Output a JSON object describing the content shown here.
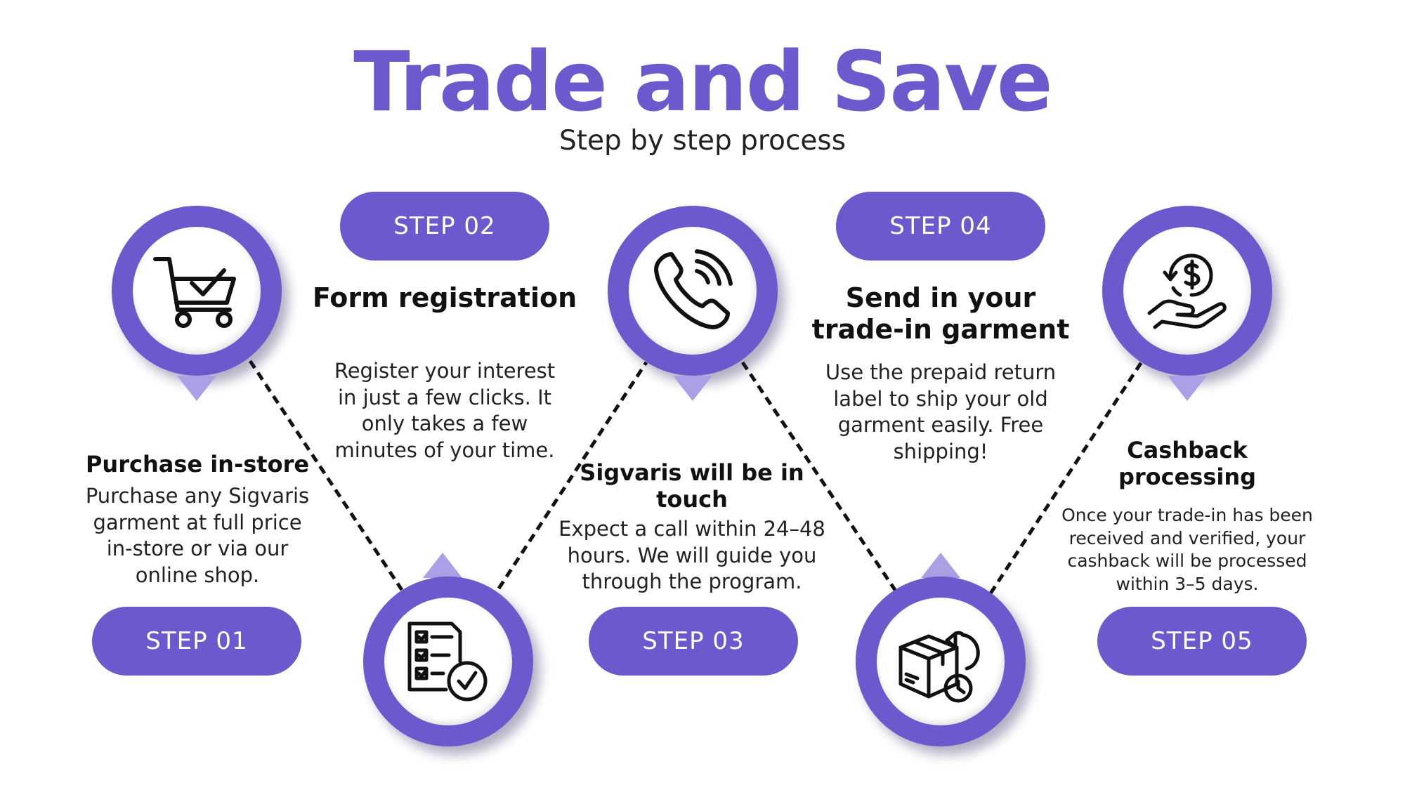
{
  "header": {
    "title": "Trade and Save",
    "subtitle": "Step by step process"
  },
  "colors": {
    "accent": "#6a5acd",
    "accent_light": "#a9a0e6",
    "text": "#111111"
  },
  "steps": [
    {
      "label": "STEP 01",
      "icon": "shopping-cart-check-icon",
      "title": "Purchase in-store",
      "description": "Purchase any Sigvaris garment at full price in-store or via our online shop."
    },
    {
      "label": "STEP 02",
      "icon": "checklist-form-icon",
      "title": "Form registration",
      "description": "Register your interest in just a few clicks. It only takes a few minutes of your time."
    },
    {
      "label": "STEP 03",
      "icon": "phone-call-icon",
      "title": "Sigvaris will be in touch",
      "description": "Expect a call within 24–48 hours. We will guide you through the program."
    },
    {
      "label": "STEP 04",
      "icon": "return-package-icon",
      "title": "Send in your trade-in garment",
      "description": "Use the prepaid return label to ship your old garment easily. Free shipping!"
    },
    {
      "label": "STEP 05",
      "icon": "cashback-hand-icon",
      "title": "Cashback processing",
      "description": "Once your trade-in has been received and verified, your cashback will be processed within 3–5 days."
    }
  ]
}
